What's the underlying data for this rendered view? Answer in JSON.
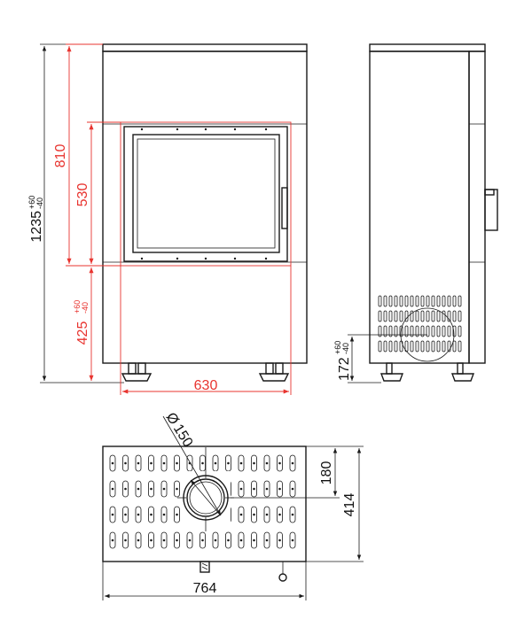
{
  "colors": {
    "dimension_red": "#e8342f",
    "line_black": "#1a1a1a",
    "background": "#ffffff"
  },
  "front_view": {
    "height_total": {
      "value": "1235",
      "tol_plus": "+60",
      "tol_minus": "-40"
    },
    "height_door_frame": "810",
    "height_glass": "530",
    "height_base": {
      "value": "425",
      "tol_plus": "+60",
      "tol_minus": "-40"
    },
    "width_door": "630"
  },
  "side_view": {
    "flue_height": {
      "value": "172",
      "tol_plus": "+60",
      "tol_minus": "-40"
    }
  },
  "top_view": {
    "flue_diameter": {
      "symbol": "Ø",
      "value": "150"
    },
    "flue_offset": "180",
    "depth": "414",
    "width": "764"
  }
}
